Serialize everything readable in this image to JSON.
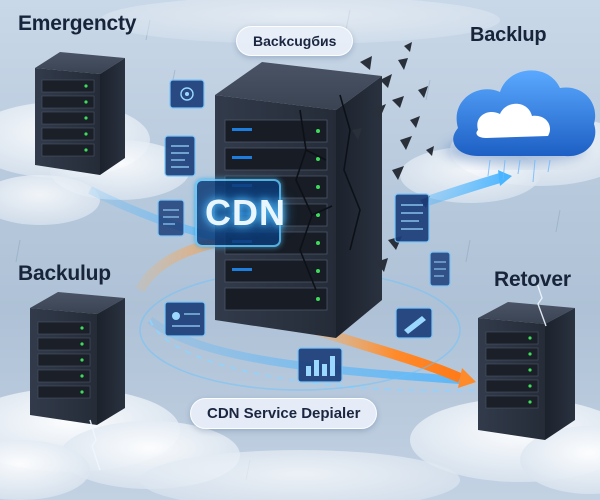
{
  "labels": {
    "emergency": "Emergencty",
    "backup_top_right": "Backlup",
    "backup_left": "Backulup",
    "recover": "Retover"
  },
  "banners": {
    "top": "Backcugбиs",
    "bottom": "CDN Service Depialer"
  },
  "central_server": {
    "badge": "CDN"
  },
  "colors": {
    "sky_top": "#c9d8e8",
    "server_body": "#2b3342",
    "led_green": "#3ddc5a",
    "flow_blue": "#49b4ff",
    "flow_orange": "#ff8a2a",
    "cloud_blue": "#2f7fe0",
    "cdn_glow": "#5ec8ff"
  },
  "icons": [
    "server-rack-icon",
    "cloud-icon",
    "gear-icon",
    "document-icon",
    "bar-chart-icon",
    "lightning-icon",
    "debris-icon"
  ]
}
